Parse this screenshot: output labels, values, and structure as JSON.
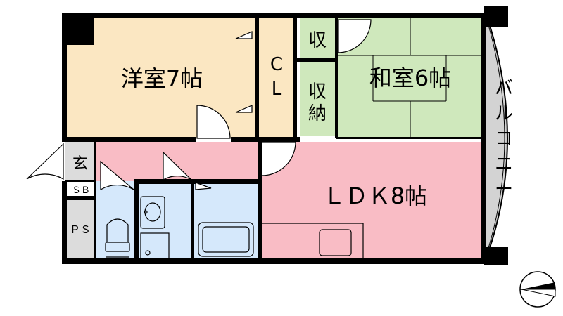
{
  "floorplan": {
    "rooms": {
      "western_room": "洋室7帖",
      "closet": [
        "C",
        "L"
      ],
      "storage_small": "収",
      "storage_tall": [
        "収",
        "納"
      ],
      "japanese_room": "和室6帖",
      "ldk": "ＬＤＫ8帖",
      "entrance": "玄",
      "shoe_box": "ＳＢ",
      "pipe_space": "ＰＳ",
      "balcony": [
        "バ",
        "ル",
        "コ",
        "ニ",
        "ー"
      ]
    },
    "colors": {
      "western_room": "#fbe7c2",
      "closet": "#fbe7c2",
      "japanese_room": "#cfe8bc",
      "ldk": "#f9bcc5",
      "wet_area": "#d5e8fb",
      "utility": "#dcdcdc",
      "balcony": "#d3d3d3",
      "wall": "#000000"
    },
    "compass": "north-arrow"
  }
}
